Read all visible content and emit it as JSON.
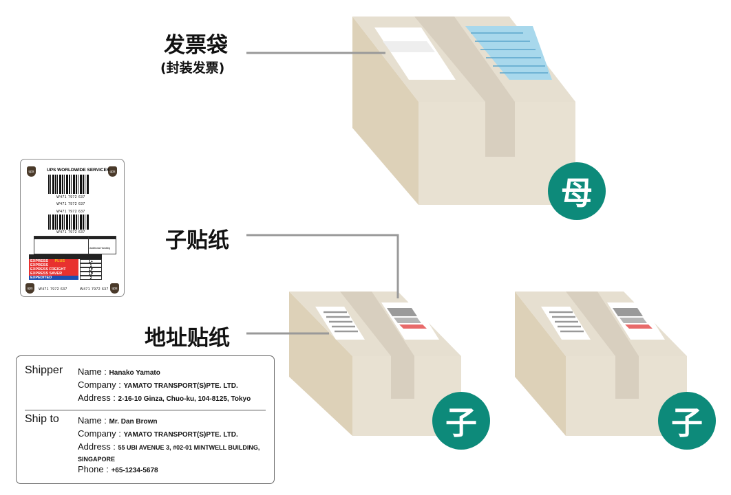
{
  "labels": {
    "invoice_bag": "发票袋",
    "invoice_bag_sub": "(封装发票)",
    "child_sticker": "子贴纸",
    "address_sticker": "地址贴纸"
  },
  "badges": {
    "parent": "母",
    "child1": "子",
    "child2": "子"
  },
  "colors": {
    "badge": "#0d8a7a",
    "box_top": "#e6dfd0",
    "box_side": "#ddd1b8",
    "box_front": "#e8e1d2",
    "tape": "#d8cfbf"
  },
  "ups_label": {
    "title": "UPS WORLDWIDE SERVICES",
    "logo": "ups",
    "tracking": "W471 7972 637",
    "services": [
      {
        "name": "EXPRESS",
        "extra": "PLUS",
        "code": "1+",
        "color": "#e8312f"
      },
      {
        "name": "EXPRESS",
        "extra": "",
        "code": "1",
        "color": "#e8312f"
      },
      {
        "name": "EXPRESS FREIGHT",
        "extra": "",
        "code": "1F",
        "color": "#e8312f"
      },
      {
        "name": "EXPRESS SAVER",
        "extra": "",
        "code": "1P",
        "color": "#e8312f"
      },
      {
        "name": "EXPEDITED",
        "extra": "",
        "code": "2",
        "color": "#1d4fb0"
      }
    ],
    "additional_handling": "Additional Handling"
  },
  "address_card": {
    "shipper": {
      "heading": "Shipper",
      "name_label": "Name :",
      "name": "Hanako Yamato",
      "company_label": "Company :",
      "company": "YAMATO TRANSPORT(S)PTE.  LTD.",
      "address_label": "Address :",
      "address": "2-16-10 Ginza, Chuo-ku, 104-8125, Tokyo"
    },
    "ship_to": {
      "heading": "Ship to",
      "name_label": "Name :",
      "name": "Mr. Dan Brown",
      "company_label": "Company :",
      "company": "YAMATO TRANSPORT(S)PTE.  LTD.",
      "address_label": "Address :",
      "address": "55 UBI AVENUE 3, #02-01 MINTWELL BUILDING,",
      "address_line2": "SINGAPORE",
      "phone_label": "Phone :",
      "phone": "+65-1234-5678"
    }
  }
}
